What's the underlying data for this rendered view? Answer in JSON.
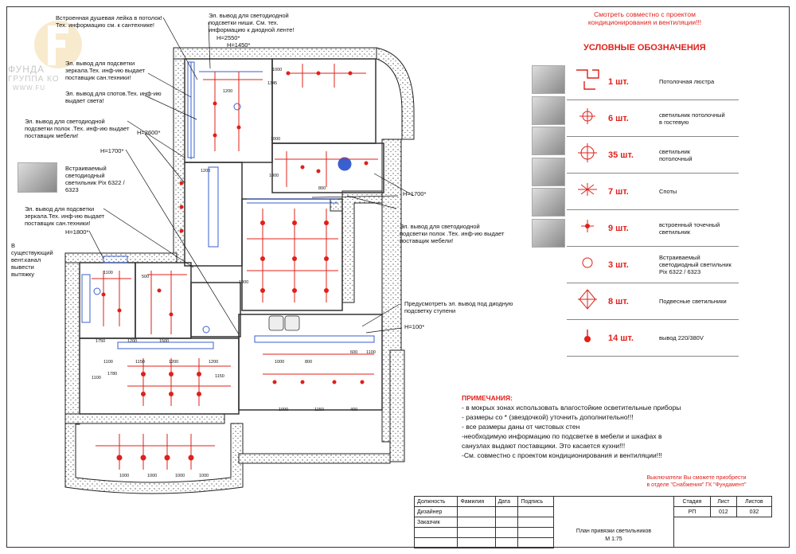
{
  "logo": {
    "line1": "ФУНДА",
    "line2": "ГРУППА КО",
    "line3": "WWW.FU"
  },
  "header_note": "Смотреть совместно с проектом\nкондиционирования и вентиляции!!!",
  "legend_title": "УСЛОВНЫЕ ОБОЗНАЧЕНИЯ",
  "legend": [
    {
      "icon": "chandelier-icon",
      "qty": "1 шт.",
      "desc": "Потолочная люстра"
    },
    {
      "icon": "guest-ceiling-light-icon",
      "qty": "6 шт.",
      "desc": "светильник потолочный\nв гостевую"
    },
    {
      "icon": "ceiling-light-icon",
      "qty": "35 шт.",
      "desc": "светильник\nпотолочный"
    },
    {
      "icon": "spot-icon",
      "qty": "7 шт.",
      "desc": "Споты"
    },
    {
      "icon": "built-in-point-light-icon",
      "qty": "9 шт.",
      "desc": "встроенный точечный\nсветильник"
    },
    {
      "icon": "led-light-icon",
      "qty": "3 шт.",
      "desc": "Встраиваемый\nсветодиодный светильник\nPix 6322 / 6323"
    },
    {
      "icon": "pendant-light-icon",
      "qty": "8 шт.",
      "desc": "Подвесные светильники"
    },
    {
      "icon": "outlet-220-380-icon",
      "qty": "14 шт.",
      "desc": "вывод 220/380V"
    }
  ],
  "plan_notes": [
    {
      "id": "n1",
      "text": "Встроенная душевая лейка в потолок!\nТех. информацию см. к сантехнике!"
    },
    {
      "id": "n2",
      "text": "Эл. вывод для светодиодной\nподсветки ниши. См. тех.\nинформацию к диодной ленте!"
    },
    {
      "id": "n3",
      "text": "H=2550*"
    },
    {
      "id": "n4",
      "text": "H=1450*"
    },
    {
      "id": "n5",
      "text": "Эл. вывод для подсветки\nзеркала.Тех. инф-ию выдает\nпоставщик сан.техники!"
    },
    {
      "id": "n6",
      "text": "Эл. вывод для спотов.Тех. инф-ию\nвыдает света!"
    },
    {
      "id": "n7",
      "text": "Эл. вывод для светодиодной\nподсветки полок .Тех. инф-ию выдает\nпоставщик мебели!"
    },
    {
      "id": "n8",
      "text": "H=2600*"
    },
    {
      "id": "n9",
      "text": "H=1700*"
    },
    {
      "id": "n10",
      "text": "Встраиваемый\nсветодиодный\nсветильник Pix 6322 /\n6323"
    },
    {
      "id": "n11",
      "text": "Эл. вывод для подсветки\nзеркала.Тех. инф-ию выдает\nпоставщик сан.техники!"
    },
    {
      "id": "n12",
      "text": "H=1800*"
    },
    {
      "id": "n13",
      "text": "В\nсуществующий\nвент.канал\nвывести\nвытяжку"
    },
    {
      "id": "n14",
      "text": "H=1700*"
    },
    {
      "id": "n15",
      "text": "Эл. вывод для светодиодной\nподсветки полок .Тех. инф-ию выдает\nпоставщик мебели!"
    },
    {
      "id": "n16",
      "text": "Предусмотреть эл. вывод под диодную\nподсветку ступени"
    },
    {
      "id": "n17",
      "text": "H=100*"
    }
  ],
  "notes": {
    "title": "ПРИМЕЧАНИЯ:",
    "lines": [
      "- в мокрых зонах использовать влагостойкие осветительные приборы",
      "- размеры со * (звездочкой) уточнить дополнительно!!!",
      "- все размеры даны от чистовых стен",
      "-необходимую информацию по подсветке в мебели и шкафах в",
      "санузлах выдают поставщики. Это касается кухни!!!",
      "-См. совместно с проектом кондиционирования и вентиляции!!!"
    ]
  },
  "switches_note": "Выключатели Вы сможете приобрести\nв отделе \"Снабжения\" ГК \"Фундамент\"",
  "title_block": {
    "headers": [
      "Должность",
      "Фамилия",
      "Дата",
      "Подпись"
    ],
    "roles": [
      "Дизайнер",
      "Заказчик"
    ],
    "stage_headers": [
      "Стадия",
      "Лист",
      "Листов"
    ],
    "stage_values": [
      "РП",
      "012",
      "032"
    ],
    "sheet_title": "План привязки светильников",
    "scale": "М 1:75"
  },
  "dimensions": [
    "1345",
    "1000",
    "1200",
    "1200",
    "1000",
    "800",
    "500",
    "1100",
    "1100",
    "1150",
    "1200",
    "1200",
    "1000",
    "800",
    "1100",
    "1780",
    "1150",
    "1000",
    "1150",
    "400",
    "600",
    "1100",
    "1000",
    "1000",
    "1000",
    "1000",
    "1000",
    "1000",
    "1750",
    "1200",
    "1500"
  ],
  "colors": {
    "accent": "#e0201a",
    "wall": "#444444",
    "duct": "#3a5fcf"
  }
}
